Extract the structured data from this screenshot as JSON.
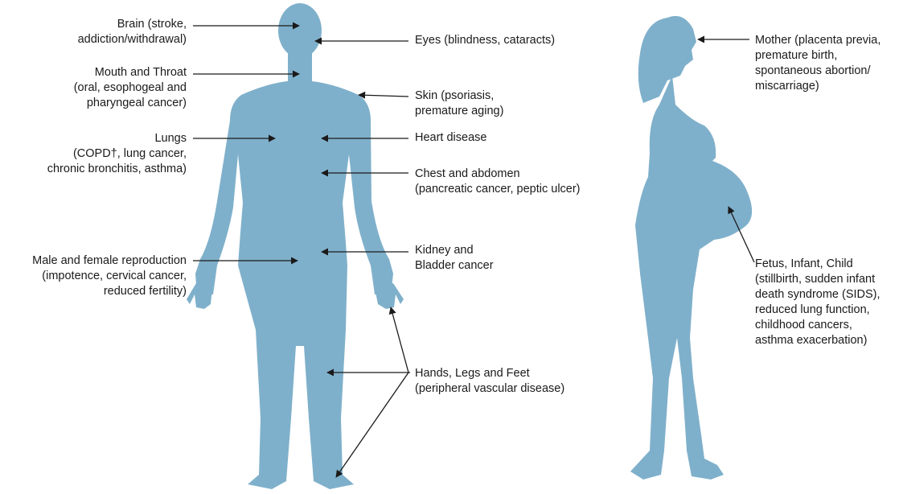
{
  "colors": {
    "body": "#7fb0cb",
    "arrow": "#1a1a1a",
    "text": "#1a1a1a",
    "background": "#ffffff"
  },
  "figures": [
    "male-body-front-silhouette",
    "pregnant-woman-profile-silhouette"
  ],
  "labels": {
    "brain": [
      "Brain (stroke,",
      "addiction/withdrawal)"
    ],
    "mouth": [
      "Mouth and Throat",
      "(oral, esophogeal and",
      "pharyngeal cancer)"
    ],
    "lungs": [
      "Lungs",
      "(COPD†, lung cancer,",
      "chronic bronchitis, asthma)"
    ],
    "reproduction": [
      "Male and female reproduction",
      "(impotence, cervical cancer,",
      "reduced fertility)"
    ],
    "eyes": [
      "Eyes (blindness, cataracts)"
    ],
    "skin": [
      "Skin (psoriasis,",
      "premature aging)"
    ],
    "heart": [
      "Heart disease"
    ],
    "chest": [
      "Chest and abdomen",
      "(pancreatic cancer, peptic ulcer)"
    ],
    "kidney": [
      "Kidney and",
      "Bladder cancer"
    ],
    "hands": [
      "Hands, Legs and Feet",
      "(peripheral vascular disease)"
    ],
    "mother": [
      "Mother (placenta previa,",
      "premature birth,",
      "spontaneous abortion/",
      "miscarriage)"
    ],
    "fetus": [
      "Fetus, Infant, Child",
      "(stillbirth, sudden infant",
      "death syndrome (SIDS),",
      "reduced lung function,",
      "childhood cancers,",
      "asthma exacerbation)"
    ]
  }
}
